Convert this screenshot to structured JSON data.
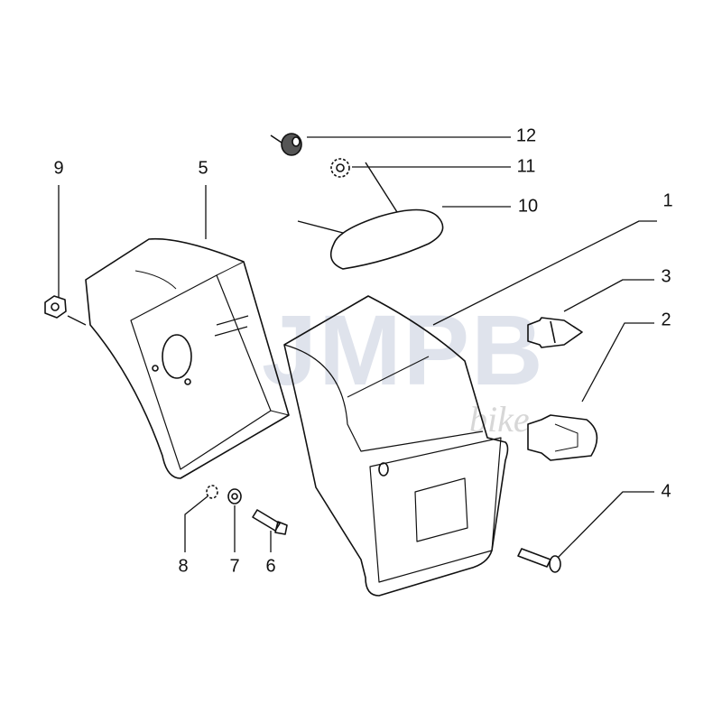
{
  "watermark": {
    "brand": "JMPB",
    "sub": "bike"
  },
  "callouts": [
    {
      "num": "1",
      "part": "tail-light-lens"
    },
    {
      "num": "2",
      "part": "bulb-large"
    },
    {
      "num": "3",
      "part": "bulb-small"
    },
    {
      "num": "4",
      "part": "screw"
    },
    {
      "num": "5",
      "part": "tail-light-housing"
    },
    {
      "num": "6",
      "part": "bolt"
    },
    {
      "num": "7",
      "part": "washer"
    },
    {
      "num": "8",
      "part": "lock-washer"
    },
    {
      "num": "9",
      "part": "nut"
    },
    {
      "num": "10",
      "part": "reflector"
    },
    {
      "num": "11",
      "part": "star-washer"
    },
    {
      "num": "12",
      "part": "cap-nut"
    }
  ]
}
